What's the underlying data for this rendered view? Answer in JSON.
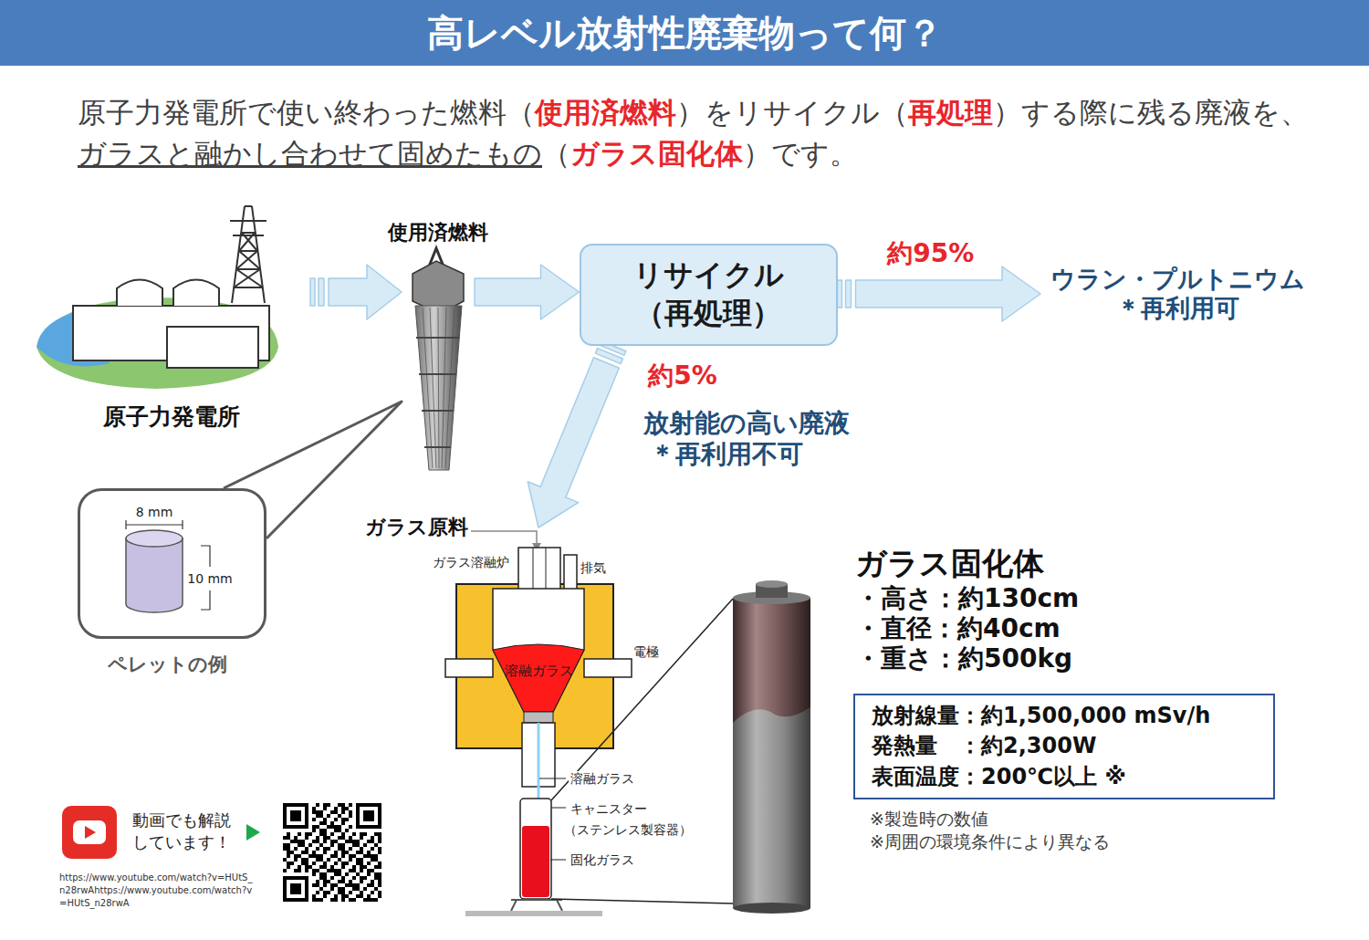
{
  "diagram": {
    "title": "高レベル放射性廃棄物って何？",
    "nodes": [
      {
        "text": [
          "原子力発電所"
        ]
      },
      {
        "text": [
          "使用済燃料"
        ]
      },
      {
        "text": [
          "リサイクル",
          "（再処理）"
        ]
      },
      {
        "text": [
          "ウラン・プルトニウム",
          "＊再利用可"
        ]
      },
      {
        "text": [
          "ペレットの例"
        ]
      },
      {
        "text": [
          "ガラス溶融炉",
          "溶融ガラス"
        ]
      },
      {
        "text": [
          "放射線量：約1,500,000 mSv/h",
          "発熱量　：約2,300W",
          "表面温度：200℃以上 ※"
        ]
      }
    ],
    "edges": [
      {
        "from": 0,
        "to": 1,
        "arrow": "to"
      },
      {
        "from": 1,
        "to": 2,
        "arrow": "to"
      },
      {
        "from": 2,
        "to": 3,
        "label": "約95%",
        "arrow": "to"
      },
      {
        "from": 2,
        "to": 5,
        "label": "約5%",
        "arrow": "to"
      },
      {
        "from": 4,
        "to": 1,
        "arrow": "none"
      }
    ],
    "labels": [
      "原子力発電所で使い終わった燃料（",
      "使用済燃料",
      "）をリサイクル（",
      "再処理",
      "）する際に残る廃液を、",
      "ガラスと融かし合わせて固めたもの",
      "（",
      "ガラス固化体",
      "）です。",
      "放射能の高い廃液",
      "＊再利用不可",
      "ガラス原料",
      "排気",
      "電極",
      "溶融ガラス",
      "キャニスター",
      "（ステンレス製容器）",
      "固化ガラス",
      "8 mm",
      "10 mm",
      "ガラス固化体",
      "・高さ：約130cm",
      "・直径：約40cm",
      "・重さ：約500kg",
      "※製造時の数値",
      "※周囲の環境条件により異なる",
      "動画でも解説 しています！",
      "https://www.youtube.com/watch?v=HUtS_n28rwAhttps://www.youtube.com/watch?v=HUtS_n28rwA"
    ]
  }
}
